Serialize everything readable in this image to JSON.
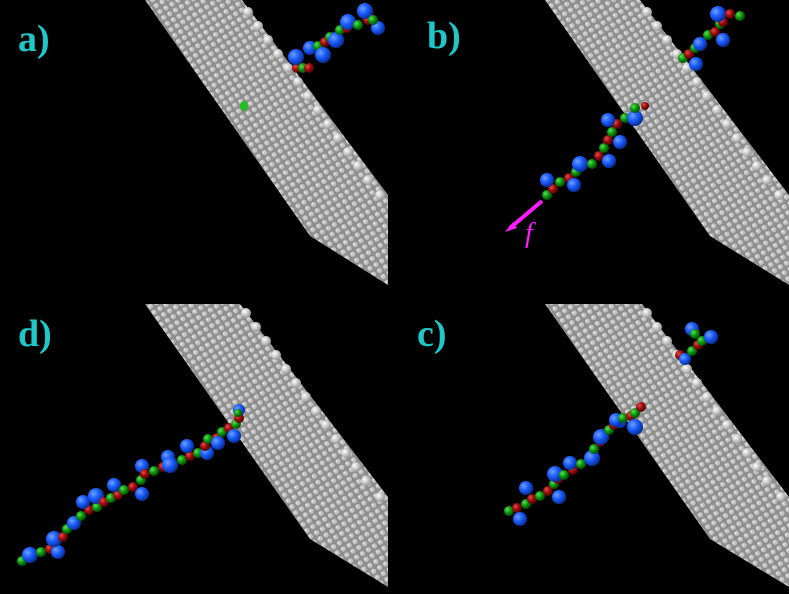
{
  "figure": {
    "background": "#000000",
    "label_color": "#1ec8c8",
    "membrane_color": "#a8a8a8",
    "bead_colors": {
      "large": "#1a5cff",
      "green": "#0c9a0c",
      "red": "#a00c0c"
    },
    "force_color": "#ff1aff",
    "panels": [
      {
        "id": "a",
        "label": "a)",
        "position": "top-left"
      },
      {
        "id": "b",
        "label": "b)",
        "position": "top-right",
        "force_label": "f"
      },
      {
        "id": "d",
        "label": "d)",
        "position": "bottom-left"
      },
      {
        "id": "c",
        "label": "c)",
        "position": "bottom-right"
      }
    ]
  }
}
